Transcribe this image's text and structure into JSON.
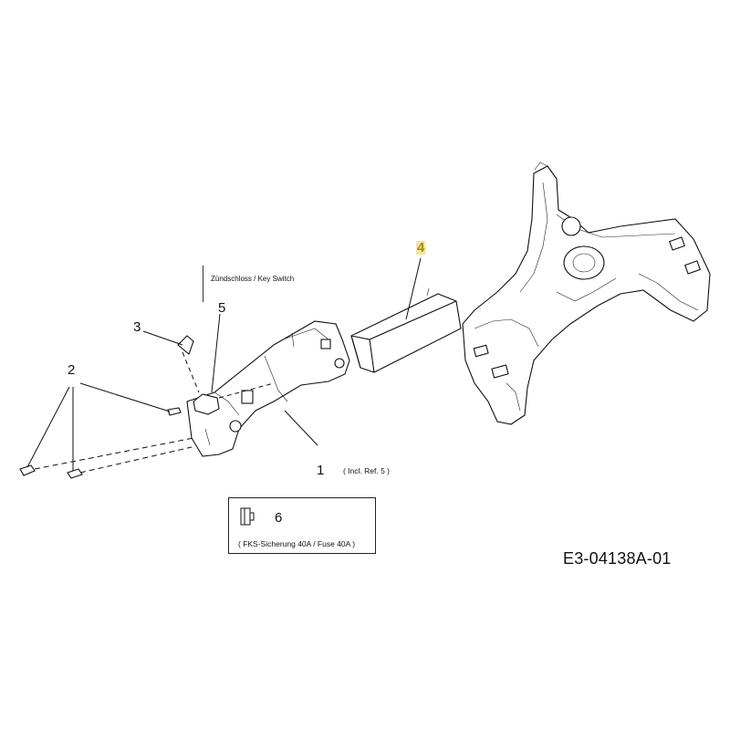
{
  "diagram": {
    "refs": {
      "r1": "1",
      "r2": "2",
      "r3": "3",
      "r4": "4",
      "r5": "5",
      "r6": "6"
    },
    "notes": {
      "key_switch": "Zündschloss / Key Switch",
      "incl_ref": "( Incl. Ref. 5 )",
      "fuse": "( FKS-Sicherung 40A / Fuse 40A )"
    },
    "drawing_id": "E3-04138A-01",
    "highlight_color": "#f4e6a0"
  }
}
